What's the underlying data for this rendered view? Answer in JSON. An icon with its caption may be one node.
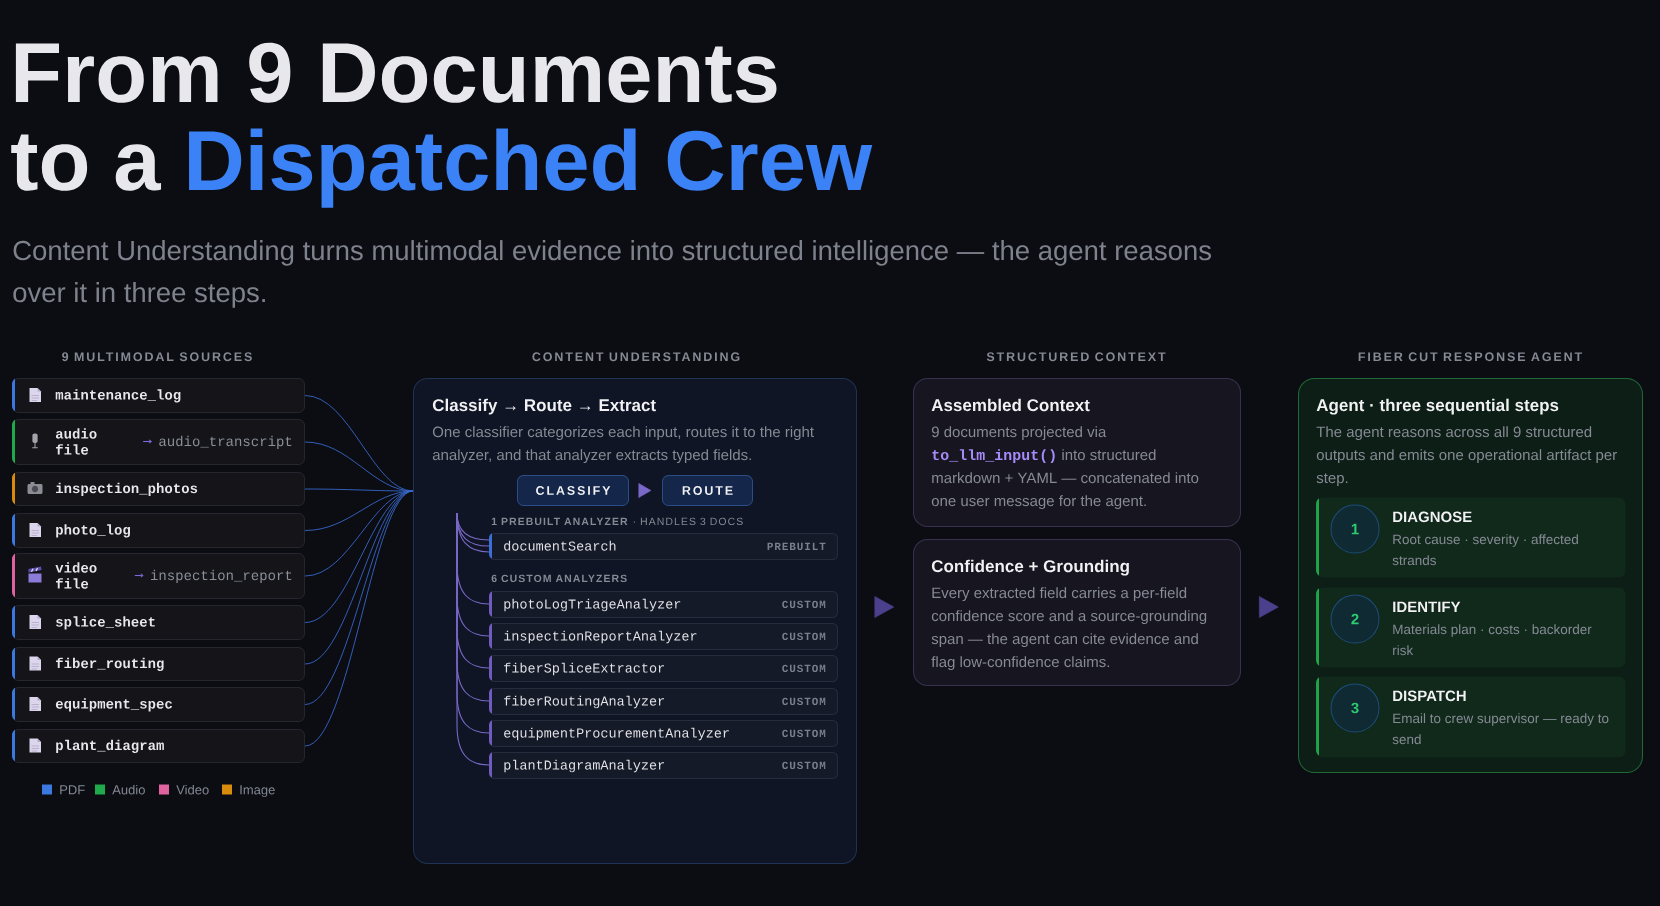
{
  "diagram": {
    "title": "From 9 Documents to a *Dispatched Crew*",
    "nodes": [
      {
        "text": [
          "maintenance_log"
        ]
      },
      {
        "text": [
          "audio file",
          "audio_transcript"
        ]
      },
      {
        "text": [
          "inspection_photos"
        ]
      },
      {
        "text": [
          "photo_log"
        ]
      },
      {
        "text": [
          "video file",
          "inspection_report"
        ]
      },
      {
        "text": [
          "splice_sheet"
        ]
      },
      {
        "text": [
          "fiber_routing"
        ]
      },
      {
        "text": [
          "equipment_spec"
        ]
      },
      {
        "text": [
          "plant_diagram"
        ]
      },
      {
        "text": [
          "Classify → Route → Extract",
          "One classifier categorizes each input, routes it to the right analyzer, and that analyzer extracts typed fields."
        ]
      },
      {
        "text": [
          "CLASSIFY"
        ],
        "in": 9
      },
      {
        "text": [
          "ROUTE"
        ],
        "in": 9
      },
      {
        "text": [
          "documentSearch",
          "PREBUILT"
        ],
        "in": 9
      },
      {
        "text": [
          "photoLogTriageAnalyzer",
          "CUSTOM"
        ],
        "in": 9
      },
      {
        "text": [
          "inspectionReportAnalyzer",
          "CUSTOM"
        ],
        "in": 9
      },
      {
        "text": [
          "fiberSpliceExtractor",
          "CUSTOM"
        ],
        "in": 9
      },
      {
        "text": [
          "fiberRoutingAnalyzer",
          "CUSTOM"
        ],
        "in": 9
      },
      {
        "text": [
          "equipmentProcurementAnalyzer",
          "CUSTOM"
        ],
        "in": 9
      },
      {
        "text": [
          "plantDiagramAnalyzer",
          "CUSTOM"
        ],
        "in": 9
      },
      {
        "text": [
          "Assembled Context",
          "9 documents projected via **to_llm_input()** into structured markdown + YAML — concatenated into one user message for the agent."
        ]
      },
      {
        "text": [
          "Confidence + Grounding",
          "Every extracted field carries a per-field confidence score and a source-grounding span — the agent can cite evidence and flag low-confidence claims."
        ]
      },
      {
        "text": [
          "Agent · three sequential steps",
          "The agent reasons across all 9 structured outputs and emits one operational artifact per step."
        ]
      },
      {
        "text": [
          "DIAGNOSE",
          "Root cause · severity · affected strands"
        ],
        "in": 21
      },
      {
        "text": [
          "1"
        ],
        "in": 22
      },
      {
        "text": [
          "IDENTIFY",
          "Materials plan · costs · backorder risk"
        ],
        "in": 21
      },
      {
        "text": [
          "2"
        ],
        "in": 24
      },
      {
        "text": [
          "DISPATCH",
          "Email to crew supervisor — ready to send"
        ],
        "in": 21
      },
      {
        "text": [
          "3"
        ],
        "in": 26
      }
    ],
    "edges": [
      {
        "from": 0,
        "to": 9,
        "arrow": "none",
        "color": "#3566c8"
      },
      {
        "from": 1,
        "to": 9,
        "arrow": "none",
        "color": "#3566c8"
      },
      {
        "from": 2,
        "to": 9,
        "arrow": "none",
        "color": "#3566c8"
      },
      {
        "from": 3,
        "to": 9,
        "arrow": "none",
        "color": "#3566c8"
      },
      {
        "from": 4,
        "to": 9,
        "arrow": "none",
        "color": "#3566c8"
      },
      {
        "from": 5,
        "to": 9,
        "arrow": "none",
        "color": "#3566c8"
      },
      {
        "from": 6,
        "to": 9,
        "arrow": "none",
        "color": "#3566c8"
      },
      {
        "from": 7,
        "to": 9,
        "arrow": "none",
        "color": "#3566c8"
      },
      {
        "from": 8,
        "to": 9,
        "arrow": "none",
        "color": "#3566c8"
      },
      {
        "from": 10,
        "to": 11,
        "arrow": "to"
      },
      {
        "from": null,
        "to": 12,
        "arrow": "none"
      },
      {
        "from": null,
        "to": 12,
        "arrow": "none"
      },
      {
        "from": null,
        "to": 12,
        "arrow": "none"
      },
      {
        "from": null,
        "to": 13,
        "arrow": "none"
      },
      {
        "from": null,
        "to": 14,
        "arrow": "none"
      },
      {
        "from": null,
        "to": 15,
        "arrow": "none"
      },
      {
        "from": null,
        "to": 16,
        "arrow": "none"
      },
      {
        "from": null,
        "to": 17,
        "arrow": "none"
      },
      {
        "from": null,
        "to": 18,
        "arrow": "none"
      },
      {
        "from": 9,
        "to": 20,
        "arrow": "to",
        "color": "#4c3f8c"
      },
      {
        "from": 20,
        "to": 21,
        "arrow": "to",
        "color": "#4c3f8c"
      }
    ],
    "labels": [
      "Content Understanding turns multimodal evidence into structured intelligence — the agent reasons over it in three steps.",
      "9 MULTIMODAL SOURCES",
      "CONTENT UNDERSTANDING",
      "STRUCTURED CONTEXT",
      "FIBER CUT RESPONSE AGENT",
      "**1 PREBUILT ANALYZER** · HANDLES 3 DOCS",
      "6 CUSTOM ANALYZERS"
    ],
    "legend": [
      {
        "text": "PDF",
        "color": "#3b78e0"
      },
      {
        "text": "Audio",
        "color": "#1faa4b"
      },
      {
        "text": "Video",
        "color": "#e063a0"
      },
      {
        "text": "Image",
        "color": "#d98b0b"
      }
    ]
  }
}
